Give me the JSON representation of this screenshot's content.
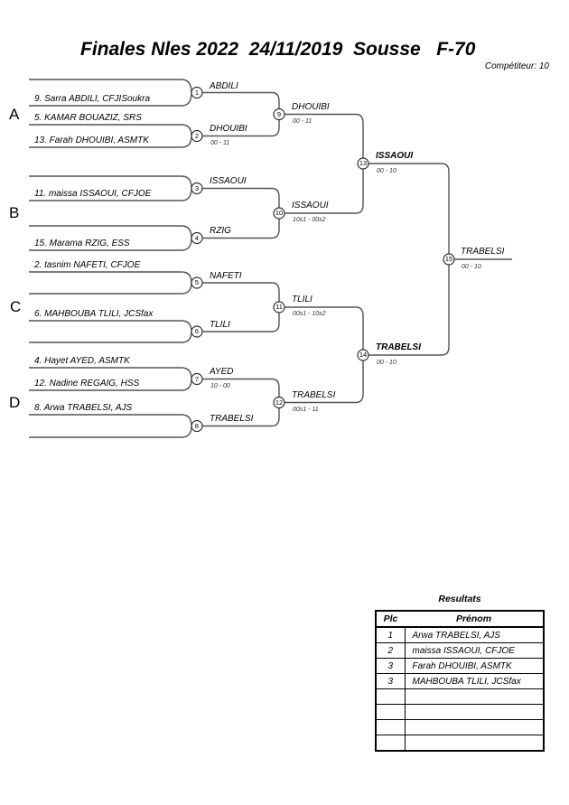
{
  "header": {
    "title": "Finales Nles 2022  24/11/2019  Sousse   F-70",
    "competitor": "Compétiteur: 10"
  },
  "sections": [
    {
      "label": "A"
    },
    {
      "label": "B"
    },
    {
      "label": "C"
    },
    {
      "label": "D"
    }
  ],
  "players": [
    {
      "name": "9. Sarra ABDILI, CFJISoukra"
    },
    {
      "name": "5. KAMAR BOUAZIZ, SRS"
    },
    {
      "name": "13. Farah DHOUIBI, ASMTK"
    },
    {
      "name": "11. maissa ISSAOUI, CFJOE"
    },
    {
      "name": "15. Marama RZIG, ESS"
    },
    {
      "name": "2. tasnim NAFETI, CFJOE"
    },
    {
      "name": "6. MAHBOUBA TLILI, JCSfax"
    },
    {
      "name": "4. Hayet AYED, ASMTK"
    },
    {
      "name": "12. Nadine REGAIG, HSS"
    },
    {
      "name": "8. Arwa TRABELSI, AJS"
    }
  ],
  "matches": [
    {
      "num": "1",
      "winner": "ABDILI",
      "score": ""
    },
    {
      "num": "2",
      "winner": "DHOUIBI",
      "score": "00 - 11"
    },
    {
      "num": "3",
      "winner": "ISSAOUI",
      "score": ""
    },
    {
      "num": "4",
      "winner": "RZIG",
      "score": ""
    },
    {
      "num": "5",
      "winner": "NAFETI",
      "score": ""
    },
    {
      "num": "6",
      "winner": "TLILI",
      "score": ""
    },
    {
      "num": "7",
      "winner": "AYED",
      "score": "10 - 00"
    },
    {
      "num": "8",
      "winner": "TRABELSI",
      "score": ""
    },
    {
      "num": "9",
      "winner": "DHOUIBI",
      "score": "00 - 11"
    },
    {
      "num": "10",
      "winner": "ISSAOUI",
      "score": "10s1 - 00s2"
    },
    {
      "num": "11",
      "winner": "TLILI",
      "score": "00s1 - 10s2"
    },
    {
      "num": "12",
      "winner": "TRABELSI",
      "score": "00s1 - 11"
    },
    {
      "num": "13",
      "winner": "ISSAOUI",
      "score": "00 - 10"
    },
    {
      "num": "14",
      "winner": "TRABELSI",
      "score": "00 - 10"
    },
    {
      "num": "15",
      "winner": "TRABELSI",
      "score": "00 - 10"
    }
  ],
  "results": {
    "title": "Resultats",
    "headers": [
      "Plc",
      "Prénom"
    ],
    "rows": [
      {
        "plc": "1",
        "name": "Arwa TRABELSI, AJS"
      },
      {
        "plc": "2",
        "name": "maissa ISSAOUI, CFJOE"
      },
      {
        "plc": "3",
        "name": "Farah DHOUIBI, ASMTK"
      },
      {
        "plc": "3",
        "name": "MAHBOUBA TLILI, JCSfax"
      },
      {
        "plc": "",
        "name": ""
      },
      {
        "plc": "",
        "name": ""
      },
      {
        "plc": "",
        "name": ""
      },
      {
        "plc": "",
        "name": ""
      }
    ]
  },
  "colors": {
    "line": "#545454",
    "circle_stroke": "#2f2f2f",
    "text": "#000000"
  }
}
